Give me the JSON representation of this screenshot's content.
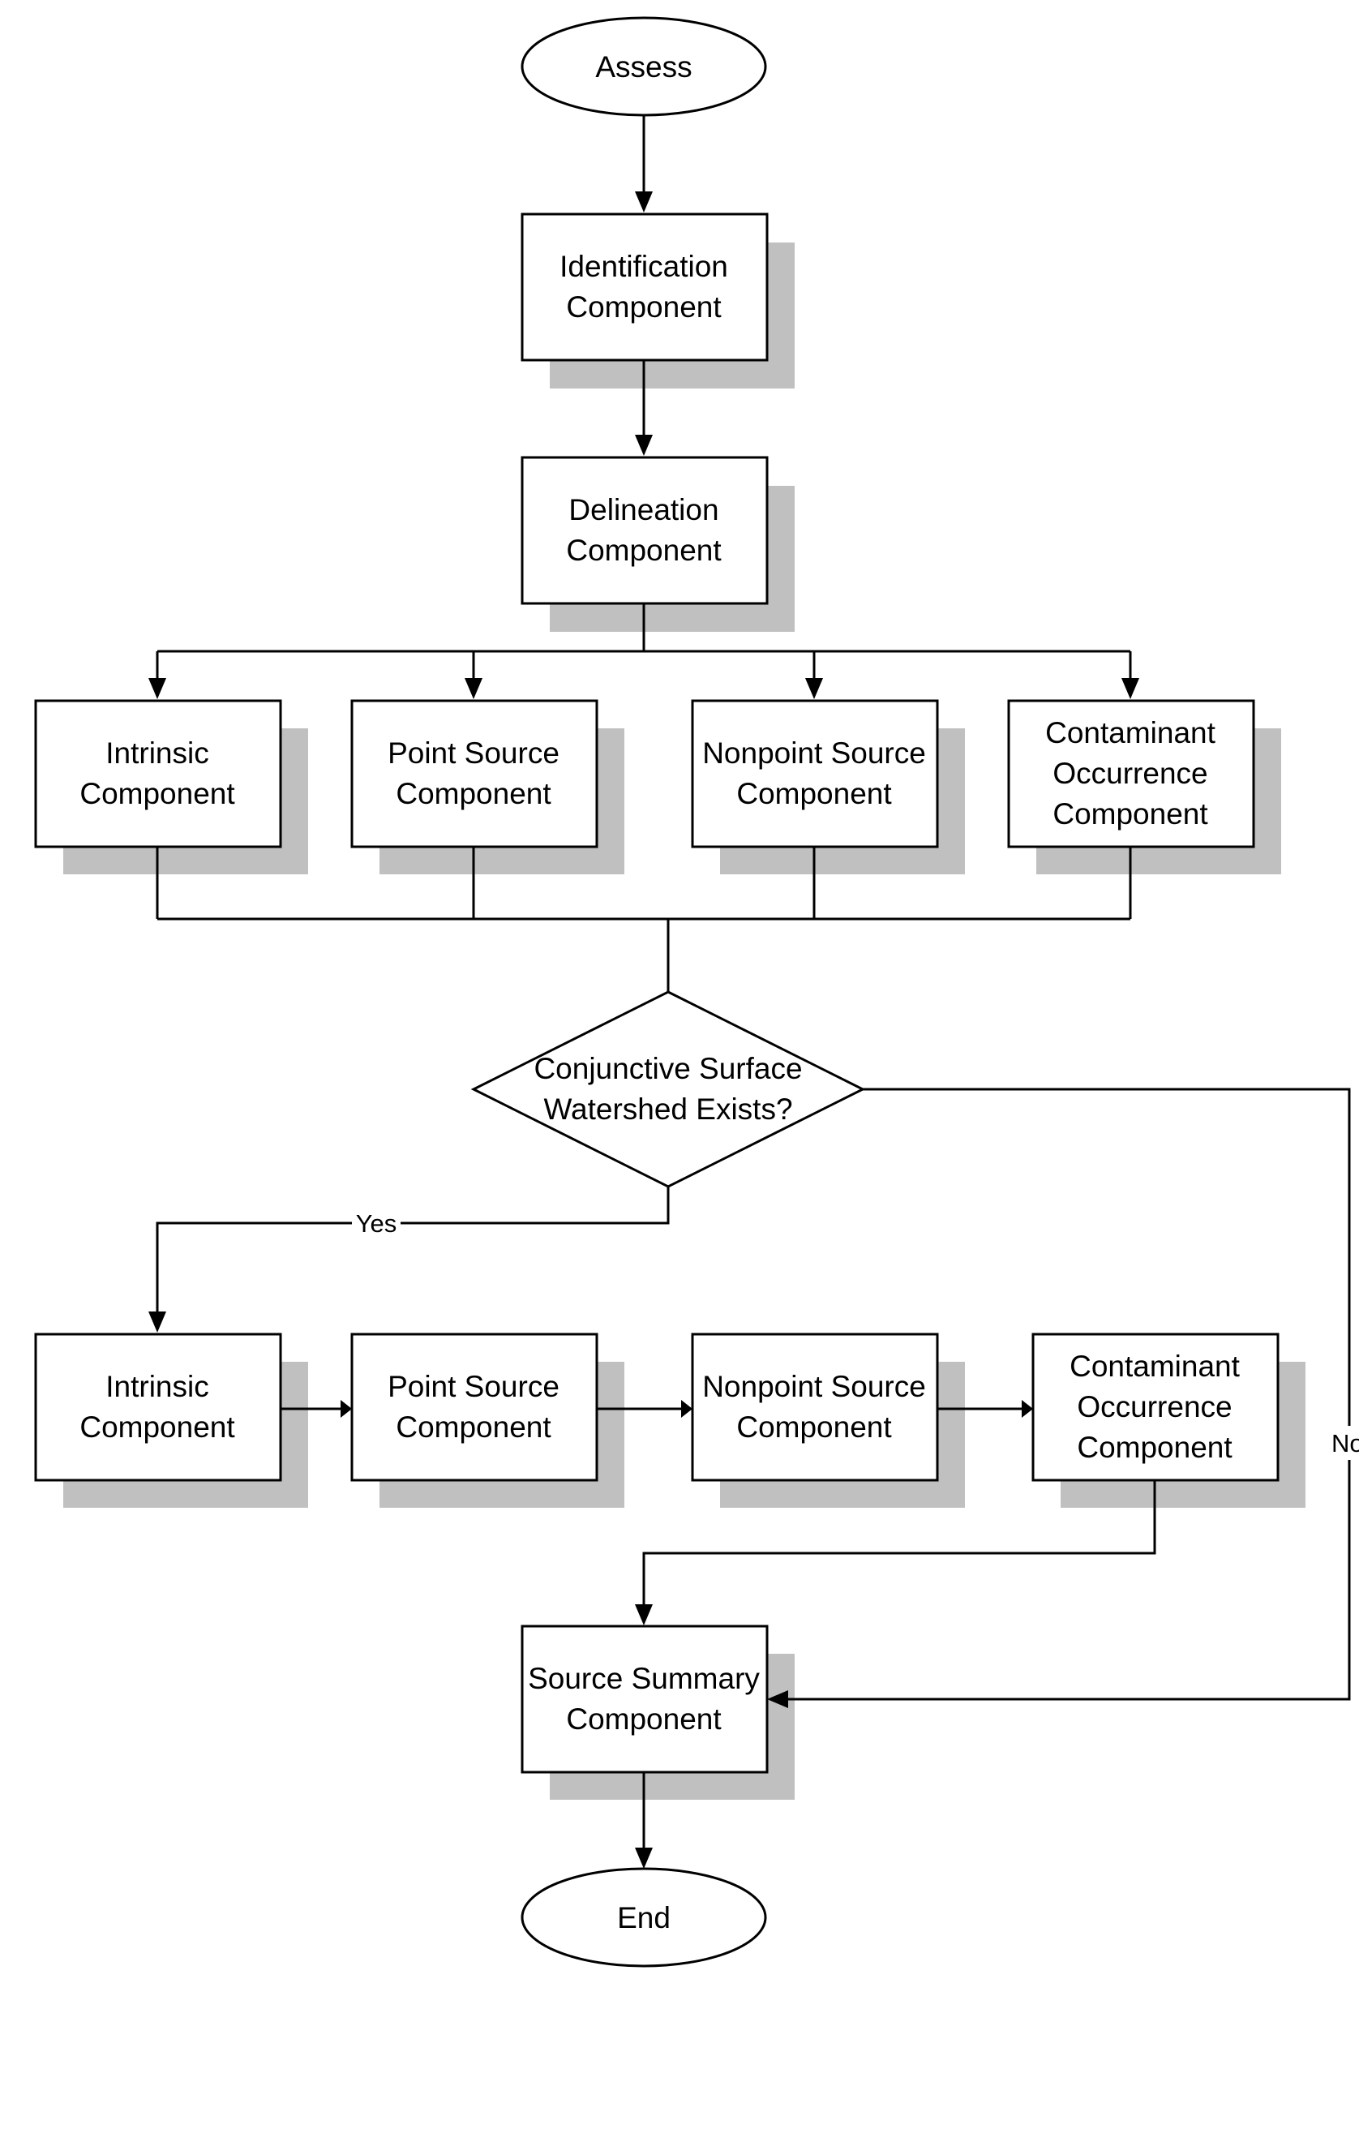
{
  "nodes": {
    "assess": [
      "Assess"
    ],
    "identification": [
      "Identification",
      "Component"
    ],
    "delineation": [
      "Delineation",
      "Component"
    ],
    "intrinsic_a": [
      "Intrinsic",
      "Component"
    ],
    "point_a": [
      "Point Source",
      "Component"
    ],
    "nonpoint_a": [
      "Nonpoint Source",
      "Component"
    ],
    "contaminant_a": [
      "Contaminant",
      "Occurrence",
      "Component"
    ],
    "decision": [
      "Conjunctive Surface",
      "Watershed Exists?"
    ],
    "intrinsic_b": [
      "Intrinsic",
      "Component"
    ],
    "point_b": [
      "Point Source",
      "Component"
    ],
    "nonpoint_b": [
      "Nonpoint Source",
      "Component"
    ],
    "contaminant_b": [
      "Contaminant",
      "Occurrence",
      "Component"
    ],
    "summary": [
      "Source Summary",
      "Component"
    ],
    "end": [
      "End"
    ]
  },
  "edges": {
    "yes": "Yes",
    "no": "No"
  }
}
